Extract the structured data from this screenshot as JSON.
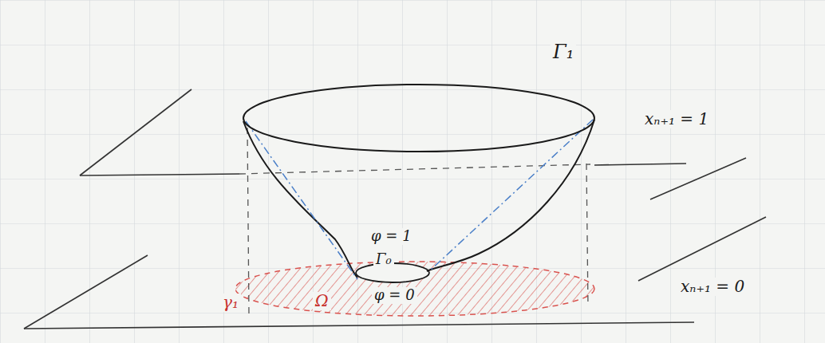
{
  "diagram": {
    "labels": [
      "Γ₁",
      "xₙ₊₁ = 1",
      "φ = 1",
      "Γ₀",
      "φ = 0",
      "xₙ₊₁ = 0",
      "γ₁",
      "Ω"
    ]
  }
}
